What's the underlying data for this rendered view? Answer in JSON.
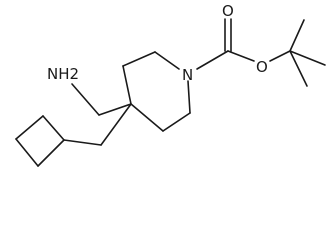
{
  "molecule": {
    "atoms": {
      "amine_nitrogen": "NH2",
      "ring_nitrogen": "N",
      "carbonyl_oxygen": "O",
      "ester_oxygen": "O"
    }
  }
}
